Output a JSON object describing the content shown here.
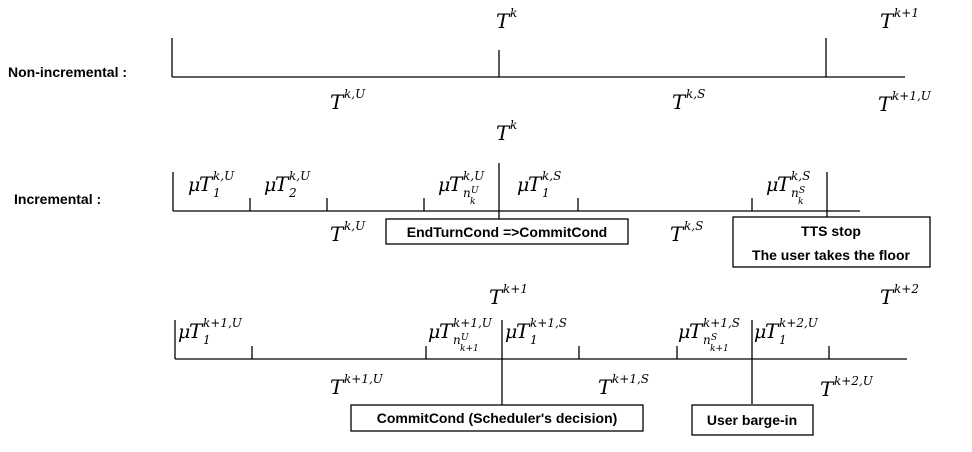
{
  "labels": {
    "non_incremental": "Non-incremental :",
    "incremental": "Incremental :"
  },
  "boxes": {
    "endturn": "EndTurnCond =>CommitCond",
    "tts_stop_line1": "TTS stop",
    "tts_stop_line2": "The user takes the floor",
    "commit_sched": "CommitCond (Scheduler's decision)",
    "barge_in": "User barge-in"
  },
  "math": {
    "row1_top_Tk": {
      "base": "T",
      "sup": "k"
    },
    "row1_top_Tk1": {
      "base": "T",
      "sup": "k+1"
    },
    "row1_TkU": {
      "base": "T",
      "sup": "k,U"
    },
    "row1_TkS": {
      "base": "T",
      "sup": "k,S"
    },
    "row1_Tk1U": {
      "base": "T",
      "sup": "k+1,U"
    },
    "row2_top_Tk": {
      "base": "T",
      "sup": "k"
    },
    "row2_mu1U": {
      "pre": "μ",
      "base": "T",
      "sup": "k,U",
      "sub": "1"
    },
    "row2_mu2U": {
      "pre": "μ",
      "base": "T",
      "sup": "k,U",
      "sub": "2"
    },
    "row2_munU": {
      "pre": "μ",
      "base": "T",
      "sup": "k,U",
      "sub": "n",
      "subsup": "U",
      "subsub": "k"
    },
    "row2_mu1S": {
      "pre": "μ",
      "base": "T",
      "sup": "k,S",
      "sub": "1"
    },
    "row2_munS": {
      "pre": "μ",
      "base": "T",
      "sup": "k,S",
      "sub": "n",
      "subsup": "S",
      "subsub": "k"
    },
    "row2_TkU": {
      "base": "T",
      "sup": "k,U"
    },
    "row2_TkS": {
      "base": "T",
      "sup": "k,S"
    },
    "row3_top_Tk1": {
      "base": "T",
      "sup": "k+1"
    },
    "row3_top_Tk2": {
      "base": "T",
      "sup": "k+2"
    },
    "row3_mu1U": {
      "pre": "μ",
      "base": "T",
      "sup": "k+1,U",
      "sub": "1"
    },
    "row3_munU": {
      "pre": "μ",
      "base": "T",
      "sup": "k+1,U",
      "sub": "n",
      "subsup": "U",
      "subsub": "k+1"
    },
    "row3_mu1S": {
      "pre": "μ",
      "base": "T",
      "sup": "k+1,S",
      "sub": "1"
    },
    "row3_munS": {
      "pre": "μ",
      "base": "T",
      "sup": "k+1,S",
      "sub": "n",
      "subsup": "S",
      "subsub": "k+1"
    },
    "row3_mu1U2": {
      "pre": "μ",
      "base": "T",
      "sup": "k+2,U",
      "sub": "1"
    },
    "row3_Tk1U": {
      "base": "T",
      "sup": "k+1,U"
    },
    "row3_Tk1S": {
      "base": "T",
      "sup": "k+1,S"
    },
    "row3_Tk2U": {
      "base": "T",
      "sup": "k+2,U"
    }
  }
}
